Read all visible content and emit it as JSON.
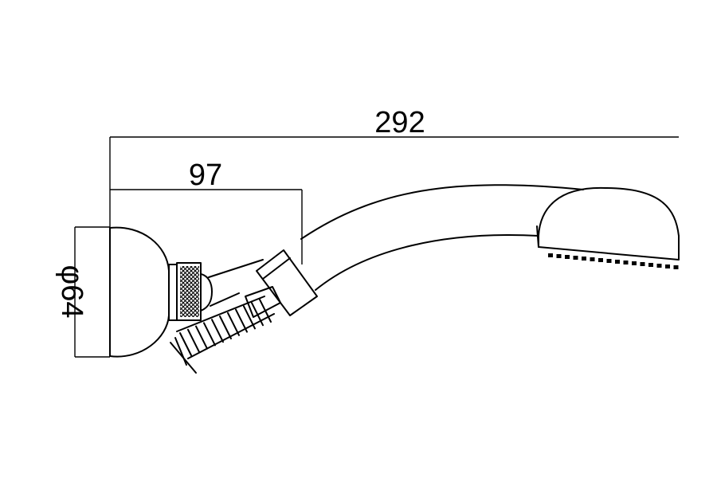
{
  "dimensions": {
    "overall_length": "292",
    "mount_offset": "97",
    "base_diameter": "φ64"
  }
}
